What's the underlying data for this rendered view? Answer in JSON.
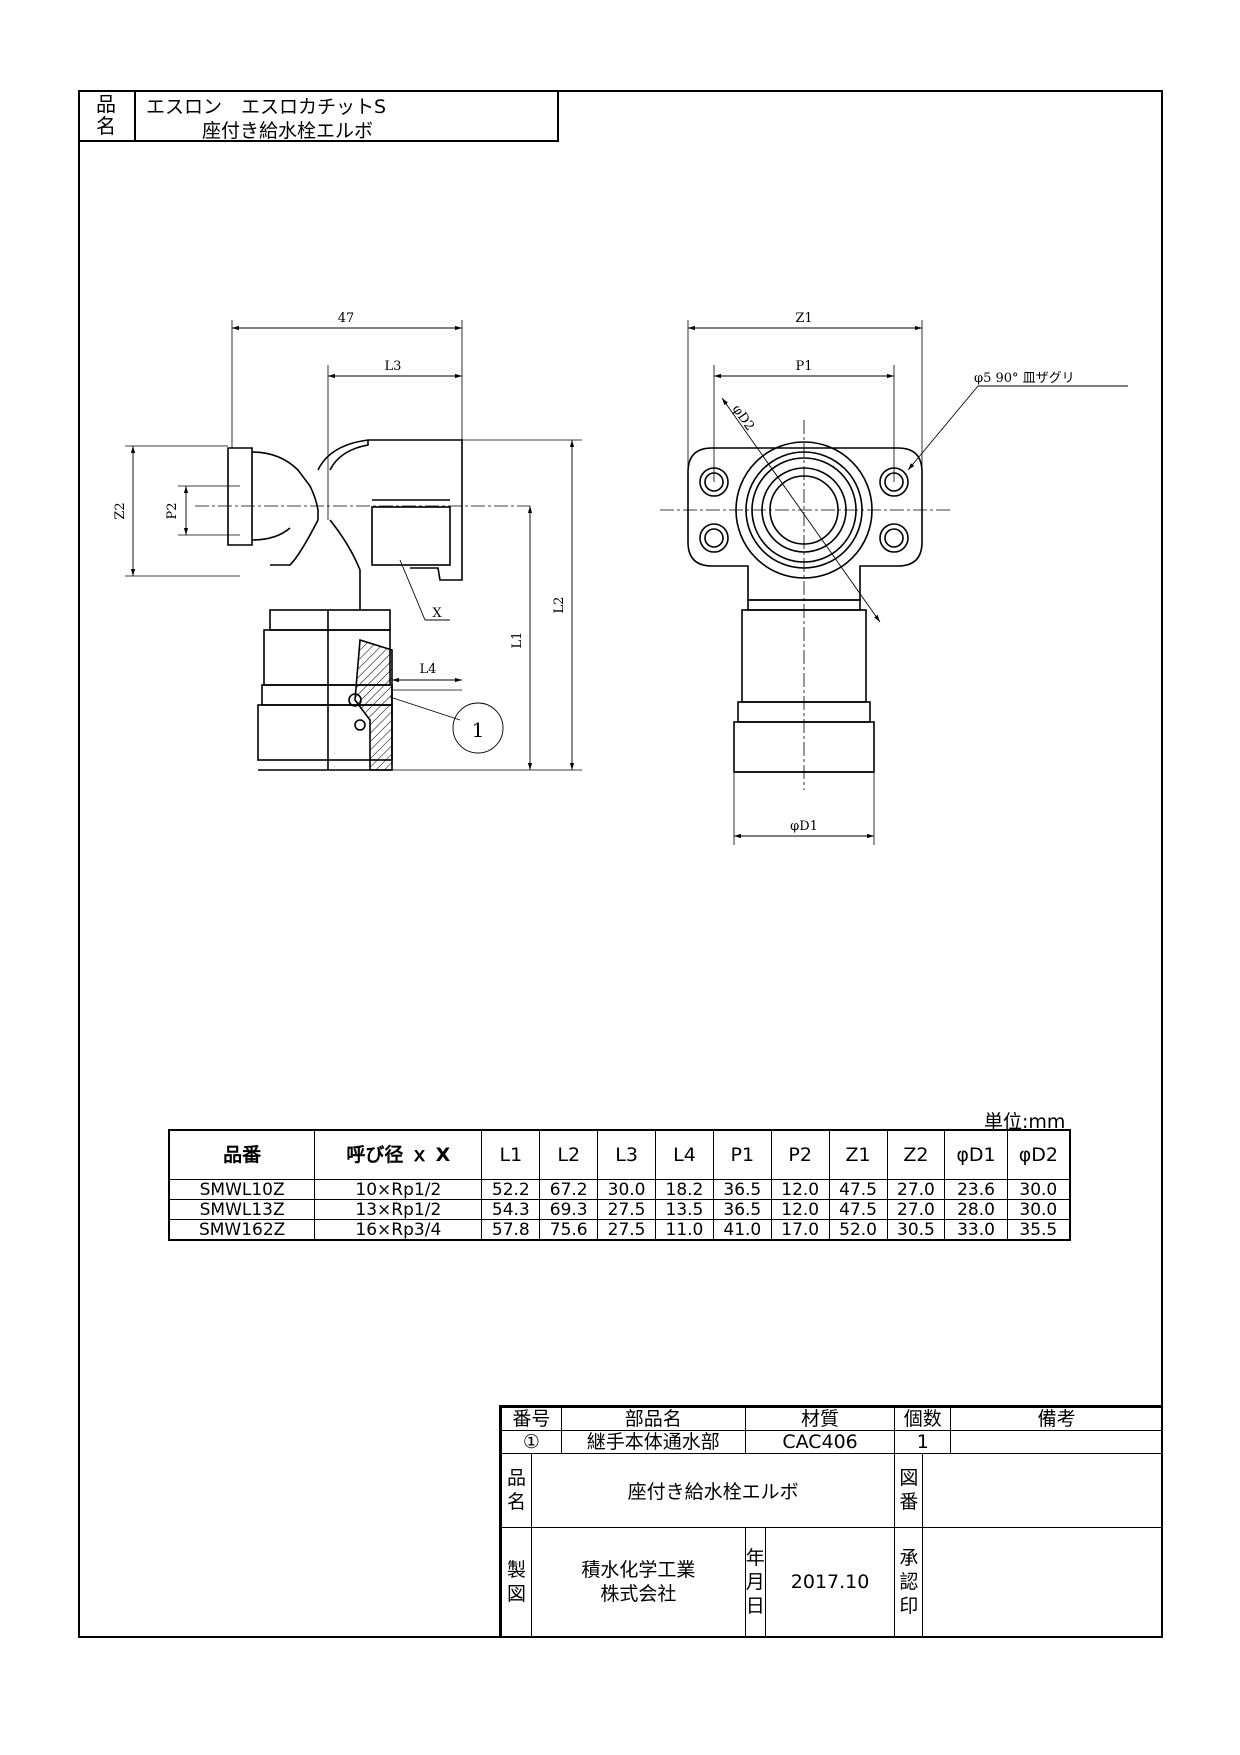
{
  "title_block": {
    "label_chars": [
      "品",
      "名"
    ],
    "line1": "エスロン　エスロカチットS",
    "line2": "座付き給水栓エルボ"
  },
  "dimension_labels": {
    "dim_47": "47",
    "dim_L3": "L3",
    "dim_Z2": "Z2",
    "dim_P2": "P2",
    "dim_L2": "L2",
    "dim_L1": "L1",
    "dim_L4": "L4",
    "dim_X": "X",
    "callout_1": "1",
    "dim_Z1": "Z1",
    "dim_P1": "P1",
    "dim_D2": "φD2",
    "dim_D1": "φD1",
    "hole_note": "φ5 90° 皿ザグリ"
  },
  "unit": "単位:mm",
  "spec_table": {
    "headers": [
      "品番",
      "呼び径 ｘ X",
      "L1",
      "L2",
      "L3",
      "L4",
      "P1",
      "P2",
      "Z1",
      "Z2",
      "φD1",
      "φD2"
    ],
    "rows": [
      [
        "SMWL10Z",
        "10×Rp1/2",
        "52.2",
        "67.2",
        "30.0",
        "18.2",
        "36.5",
        "12.0",
        "47.5",
        "27.0",
        "23.6",
        "30.0"
      ],
      [
        "SMWL13Z",
        "13×Rp1/2",
        "54.3",
        "69.3",
        "27.5",
        "13.5",
        "36.5",
        "12.0",
        "47.5",
        "27.0",
        "28.0",
        "30.0"
      ],
      [
        "SMW162Z",
        "16×Rp3/4",
        "57.8",
        "75.6",
        "27.5",
        "11.0",
        "41.0",
        "17.0",
        "52.0",
        "30.5",
        "33.0",
        "35.5"
      ]
    ]
  },
  "parts_table": {
    "headers": [
      "番号",
      "部品名",
      "材質",
      "個数",
      "備考"
    ],
    "row": [
      "①",
      "継手本体通水部",
      "CAC406",
      "1",
      ""
    ],
    "product_label": [
      "品",
      "名"
    ],
    "product_name": "座付き給水栓エルボ",
    "drawing_no_label": [
      "図",
      "番"
    ],
    "drawing_no": "",
    "maker_label": [
      "製",
      "図"
    ],
    "maker_line1": "積水化学工業",
    "maker_line2": "株式会社",
    "date_label": [
      "年",
      "月",
      "日"
    ],
    "date": "2017.10",
    "approval_label": [
      "承",
      "認",
      "印"
    ],
    "approval": ""
  }
}
